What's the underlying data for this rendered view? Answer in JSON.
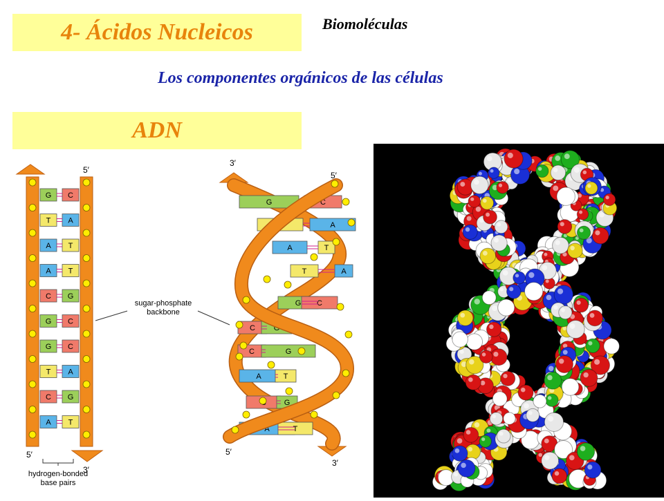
{
  "header": {
    "title": "4- Ácidos Nucleicos",
    "subject": "Biomoléculas",
    "subtitle": "Los componentes orgánicos de las células",
    "section": "ADN"
  },
  "diagram": {
    "ladder": {
      "top_right": "5′",
      "bottom_left": "5′",
      "bottom_right": "3′",
      "pairs": [
        {
          "l": "G",
          "r": "C"
        },
        {
          "l": "T",
          "r": "A"
        },
        {
          "l": "A",
          "r": "T"
        },
        {
          "l": "A",
          "r": "T"
        },
        {
          "l": "C",
          "r": "G"
        },
        {
          "l": "G",
          "r": "C"
        },
        {
          "l": "G",
          "r": "C"
        },
        {
          "l": "T",
          "r": "A"
        },
        {
          "l": "C",
          "r": "G"
        },
        {
          "l": "A",
          "r": "T"
        }
      ]
    },
    "helix": {
      "top_left": "3′",
      "top_right": "5′",
      "bottom_left": "5′",
      "bottom_right": "3′",
      "pairs": [
        {
          "l": "G",
          "r": "C"
        },
        {
          "l": "T",
          "r": "A"
        },
        {
          "l": "A",
          "r": "T"
        },
        {
          "l": "T",
          "r": "A"
        },
        {
          "l": "G",
          "r": "C"
        },
        {
          "l": "C",
          "r": "G"
        },
        {
          "l": "C",
          "r": "G"
        },
        {
          "l": "A",
          "r": "T"
        },
        {
          "l": "C",
          "r": "G"
        },
        {
          "l": "A",
          "r": "T"
        }
      ]
    },
    "label_backbone_1": "sugar-phosphate",
    "label_backbone_2": "backbone",
    "label_pairs_1": "hydrogen-bonded",
    "label_pairs_2": "base pairs"
  },
  "colors": {
    "banner_bg": "#ffff99",
    "banner_text": "#e8840c",
    "subtitle_text": "#1a24a8",
    "backbone": "#f08a1c",
    "phosphate": "#ffee00",
    "base_G": "#9ccf5a",
    "base_C": "#f07a6a",
    "base_T": "#f4e86a",
    "base_A": "#5ab4e8"
  }
}
